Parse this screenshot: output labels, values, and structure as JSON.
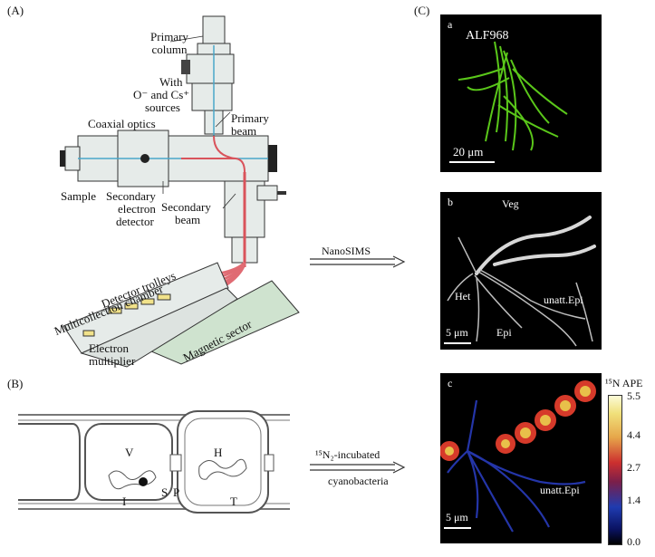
{
  "panels": {
    "A": "(A)",
    "B": "(B)",
    "C": "(C)"
  },
  "nanosims": {
    "primary_column": "Primary column",
    "with_sources_line1": "With",
    "with_sources_line2": "O⁻ and Cs⁺",
    "with_sources_line3": "sources",
    "primary_beam": "Primary beam",
    "coaxial_optics": "Coaxial optics",
    "sample": "Sample",
    "secondary_detector_line1": "Secondary",
    "secondary_detector_line2": "electron",
    "secondary_detector_line3": "detector",
    "secondary_beam_line1": "Secondary",
    "secondary_beam_line2": "beam",
    "multicollection": "Multicollection chamber",
    "detector_trolleys": "Detector trolleys",
    "electron_multiplier_line1": "Electron",
    "electron_multiplier_line2": "multiplier",
    "magnetic_sector": "Magnetic sector"
  },
  "cell_diagram": {
    "V": "V",
    "H": "H",
    "I": "I",
    "S": "S",
    "P": "P",
    "T": "T"
  },
  "arrows": {
    "nanosims_label": "NanoSIMS",
    "incubated_line1": "¹⁵N₂-incubated",
    "incubated_line2": "cyanobacteria"
  },
  "images": {
    "a": {
      "letter": "a",
      "probe": "ALF968",
      "scale": "20 μm",
      "color": "#5fd21c"
    },
    "b": {
      "letter": "b",
      "scale": "5 μm",
      "veg": "Veg",
      "het": "Het",
      "epi": "Epi",
      "unatt": "unatt.Epi"
    },
    "c": {
      "letter": "c",
      "scale": "5 μm",
      "unatt": "unatt.Epi"
    }
  },
  "colorbar": {
    "title": "¹⁵N APE",
    "ticks": [
      "5.5",
      "4.4",
      "2.7",
      "1.4",
      "0.0"
    ]
  }
}
